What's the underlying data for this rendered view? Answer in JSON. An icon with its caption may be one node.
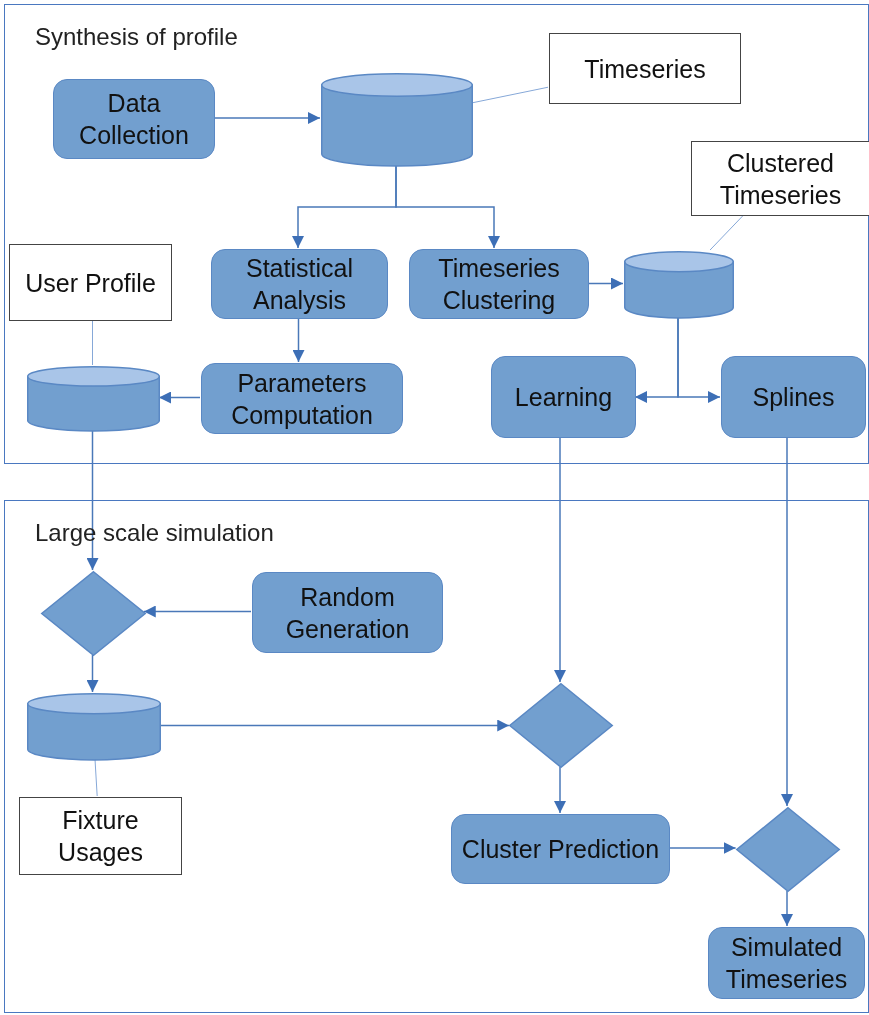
{
  "diagram": {
    "nodes": [
      {
        "text": [
          "Synthesis of profile"
        ]
      },
      {
        "text": [
          "Data Collection"
        ],
        "in": 0
      },
      {
        "text": [],
        "shape": "cylinder",
        "in": 0
      },
      {
        "text": [
          "Timeseries"
        ],
        "in": 0
      },
      {
        "text": [
          "Clustered Timeseries"
        ],
        "in": 0
      },
      {
        "text": [
          "User Profile"
        ],
        "in": 0
      },
      {
        "text": [
          "Statistical Analysis"
        ],
        "in": 0
      },
      {
        "text": [
          "Timeseries Clustering"
        ],
        "in": 0
      },
      {
        "text": [],
        "shape": "cylinder",
        "in": 0
      },
      {
        "text": [],
        "shape": "cylinder",
        "in": 0
      },
      {
        "text": [
          "Parameters Computation"
        ],
        "in": 0
      },
      {
        "text": [
          "Learning"
        ],
        "in": 0
      },
      {
        "text": [
          "Splines"
        ],
        "in": 0
      },
      {
        "text": [
          "Large scale simulation"
        ]
      },
      {
        "text": [],
        "shape": "diamond",
        "in": 13
      },
      {
        "text": [
          "Random Generation"
        ],
        "in": 13
      },
      {
        "text": [],
        "shape": "cylinder",
        "in": 13
      },
      {
        "text": [
          "Fixture Usages"
        ],
        "in": 13
      },
      {
        "text": [],
        "shape": "diamond",
        "in": 13
      },
      {
        "text": [
          "Cluster Prediction"
        ],
        "in": 13
      },
      {
        "text": [],
        "shape": "diamond",
        "in": 13
      },
      {
        "text": [
          "Simulated Timeseries"
        ],
        "in": 13
      }
    ],
    "edges": [
      {
        "from": 1,
        "to": 2,
        "arrow": "to"
      },
      {
        "from": 3,
        "to": 2,
        "arrow": "none"
      },
      {
        "from": 2,
        "to": 6,
        "arrow": "to"
      },
      {
        "from": 2,
        "to": 7,
        "arrow": "to"
      },
      {
        "from": 7,
        "to": 8,
        "arrow": "to"
      },
      {
        "from": 4,
        "to": 8,
        "arrow": "none"
      },
      {
        "from": 6,
        "to": 10,
        "arrow": "to"
      },
      {
        "from": 10,
        "to": 9,
        "arrow": "to"
      },
      {
        "from": 8,
        "to": 11,
        "arrow": "to"
      },
      {
        "from": 8,
        "to": 12,
        "arrow": "to"
      },
      {
        "from": 5,
        "to": 9,
        "arrow": "none"
      },
      {
        "from": 9,
        "to": 14,
        "arrow": "to"
      },
      {
        "from": 15,
        "to": 14,
        "arrow": "to"
      },
      {
        "from": 14,
        "to": 16,
        "arrow": "to"
      },
      {
        "from": 16,
        "to": 17,
        "arrow": "none"
      },
      {
        "from": 16,
        "to": 18,
        "arrow": "to"
      },
      {
        "from": 11,
        "to": 18,
        "arrow": "to"
      },
      {
        "from": 18,
        "to": 19,
        "arrow": "to"
      },
      {
        "from": 12,
        "to": 20,
        "arrow": "to"
      },
      {
        "from": 19,
        "to": 20,
        "arrow": "to"
      },
      {
        "from": 20,
        "to": 21,
        "arrow": "to"
      }
    ]
  }
}
